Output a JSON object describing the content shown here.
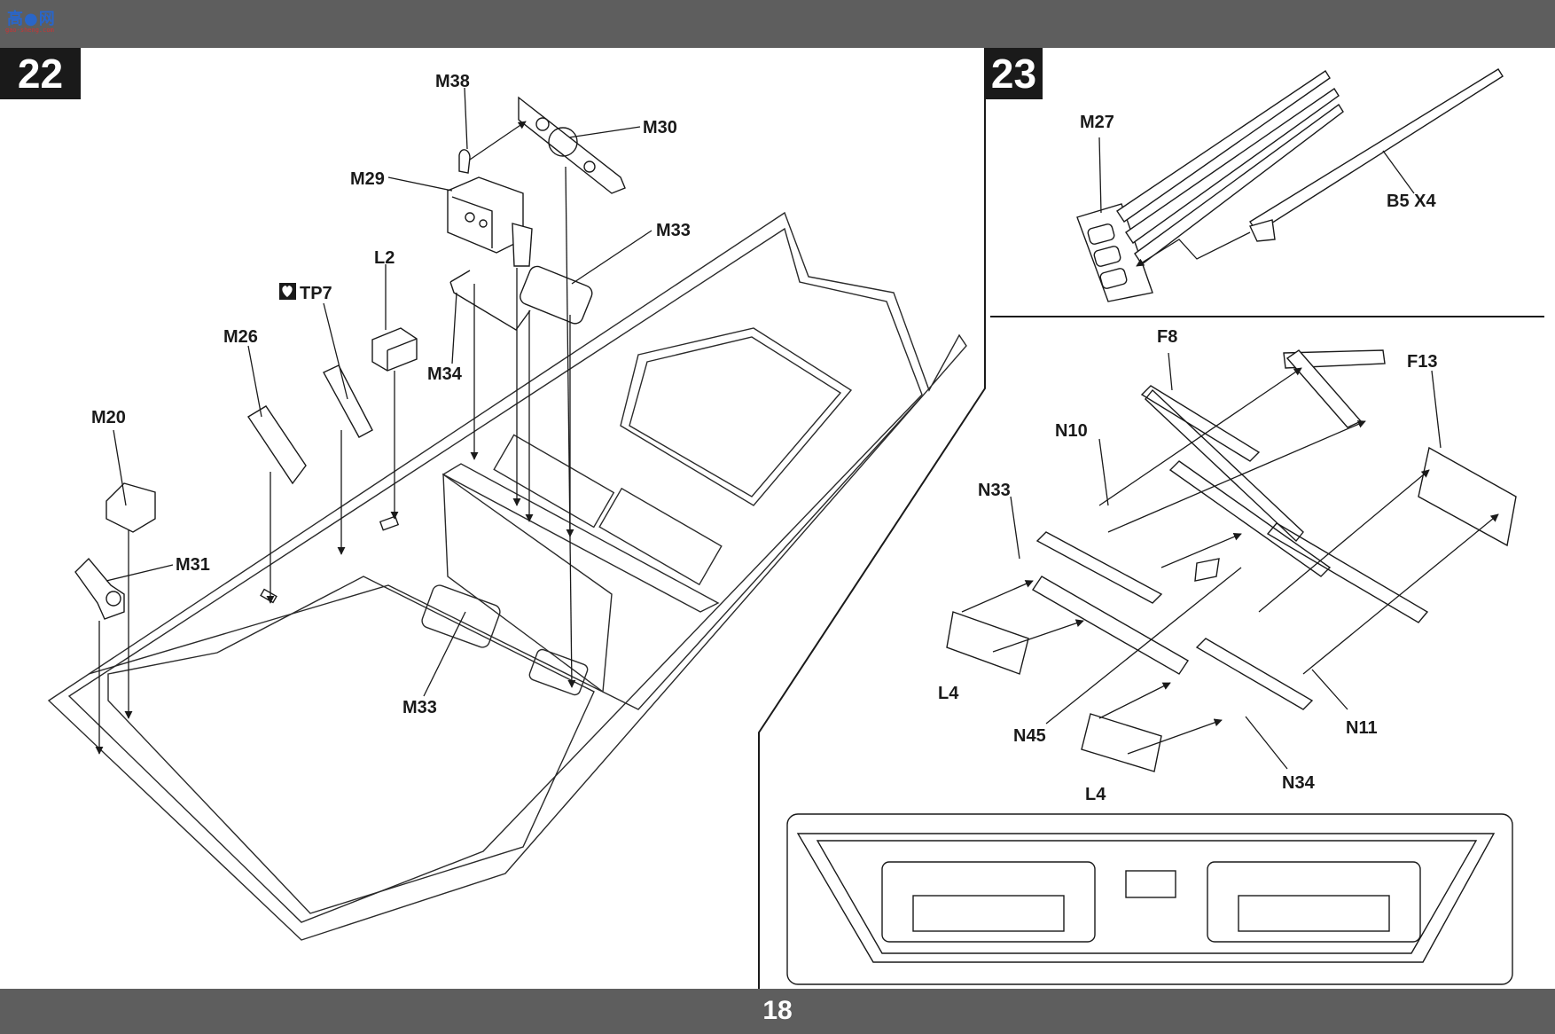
{
  "header": {
    "logo_text": "高●网",
    "logo_sub": "gao-sheng.com"
  },
  "footer": {
    "page_number": "18"
  },
  "steps": [
    {
      "number": "22"
    },
    {
      "number": "23"
    }
  ],
  "labels_step22": {
    "m38": "M38",
    "m30": "M30",
    "m29": "M29",
    "m33_top": "M33",
    "l2": "L2",
    "tp7": "TP7",
    "m26": "M26",
    "m34": "M34",
    "m20": "M20",
    "m31": "M31",
    "m33_bottom": "M33"
  },
  "labels_step23": {
    "m27": "M27",
    "b5": "B5 X4",
    "f8": "F8",
    "f13": "F13",
    "n10": "N10",
    "n33": "N33",
    "l4_left": "L4",
    "n45": "N45",
    "n11": "N11",
    "n34": "N34",
    "l4_right": "L4"
  }
}
